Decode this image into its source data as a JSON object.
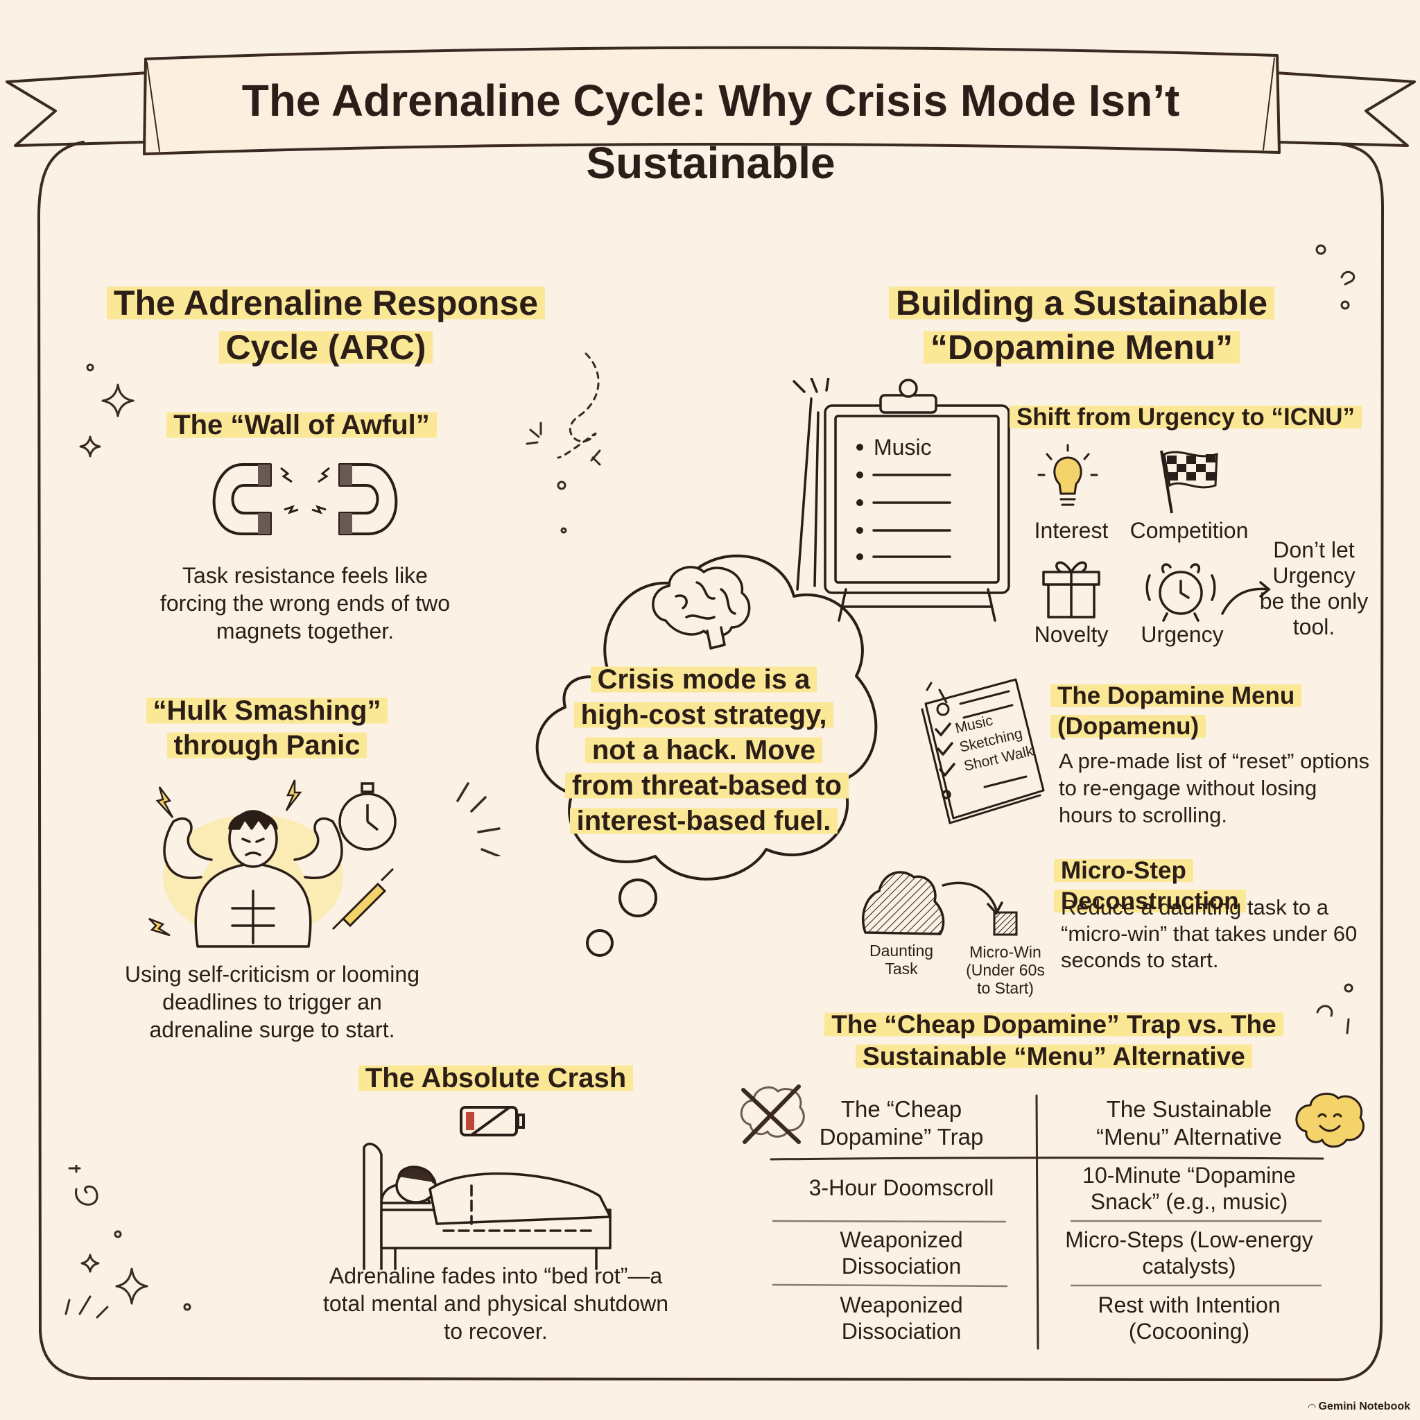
{
  "title": "The Adrenaline Cycle: Why Crisis Mode Isn’t Sustainable",
  "left": {
    "heading": "The Adrenaline Response Cycle (ARC)",
    "wall": {
      "title": "The “Wall of Awful”",
      "text": "Task resistance feels like forcing the wrong ends of two magnets together."
    },
    "hulk": {
      "title": "“Hulk Smashing” through Panic",
      "text": "Using self-criticism or looming deadlines to trigger an adrenaline surge to start."
    },
    "crash": {
      "title": "The Absolute Crash",
      "text": "Adrenaline fades into “bed rot”—a total mental and physical shutdown to recover."
    }
  },
  "center": {
    "cloud_text": "Crisis mode is a high-cost strategy, not a hack. Move from threat-based to interest-based fuel."
  },
  "right": {
    "heading": "Building a Sustainable “Dopamine Menu”",
    "board_item": "Music",
    "icnu": {
      "title": "Shift from Urgency to “ICNU”",
      "interest": "Interest",
      "competition": "Competition",
      "novelty": "Novelty",
      "urgency": "Urgency",
      "note": "Don’t let Urgency be the only tool."
    },
    "dopamenu": {
      "title": "The Dopamine Menu (Dopamenu)",
      "text": "A pre-made list of “reset” options to re-engage without losing hours to scrolling.",
      "list": [
        "Music",
        "Sketching",
        "Short Walk"
      ]
    },
    "micro": {
      "title": "Micro-Step Deconstruction",
      "text": "Reduce a daunting task to a “micro-win” that takes under 60 seconds to start.",
      "daunting_label": "Daunting Task",
      "micro_label": "Micro-Win (Under 60s to Start)"
    },
    "comparison": {
      "title": "The “Cheap Dopamine” Trap vs. The Sustainable “Menu” Alternative",
      "col_left": "The “Cheap Dopamine” Trap",
      "col_right": "The Sustainable “Menu” Alternative",
      "rows": [
        {
          "left": "3-Hour Doomscroll",
          "right": "10-Minute “Dopamine Snack” (e.g., music)"
        },
        {
          "left": "Weaponized Dissociation",
          "right": "Micro-Steps (Low-energy catalysts)"
        },
        {
          "left": "Weaponized Dissociation",
          "right": "Rest with Intention (Cocooning)"
        }
      ]
    }
  },
  "watermark": "Gemini Notebook"
}
